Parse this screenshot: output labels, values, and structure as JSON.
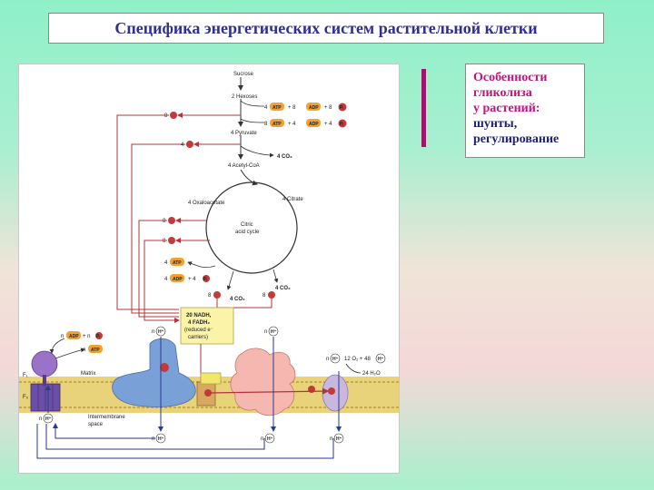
{
  "title": "Специфика энергетических систем растительной клетки",
  "note": {
    "line1": "Особенности",
    "line2": "гликолиза",
    "line3": "у растений:",
    "line4": "шунты,",
    "line5": "регулирование"
  },
  "diagram": {
    "sucrose": "Sucrose",
    "hexoses": "2 Hexoses",
    "pyruvate": "4 Pyruvate",
    "acetyl_coa": "4 Acetyl-CoA",
    "oxaloacetate": "4 Oxaloacetate",
    "citrate": "4 Citrate",
    "cycle_line1": "Citric",
    "cycle_line2": "acid cycle",
    "co2_4": "4 CO₂",
    "co2_4b": "4 CO₂",
    "co2_4c": "4 CO₂",
    "atp": "ATP",
    "adp": "ADP",
    "glyc_row1_pre": "4",
    "glyc_row1_mid": "+  8",
    "glyc_row1_end": "+  8",
    "glyc_row2_pre": "8",
    "glyc_row2_mid": "+  4",
    "glyc_row2_end": "+  4",
    "pi": "Pᵢ",
    "e8": "8",
    "e4": "4",
    "e8b": "8",
    "e8c": "8",
    "tca_atp_pre": "4",
    "tca_adp_pre": "4",
    "tca_adp_post": "+  4",
    "e8d": "8",
    "e8e": "8",
    "nadh_line1": "20 NADH,",
    "nadh_line2": "4 FADH₂",
    "nadh_line3": "(reduced e⁻",
    "nadh_line4": "carriers)",
    "n_adp": "n",
    "n_adp_plus": "+ n",
    "n_atp": "n",
    "n_h1": "n",
    "n_h2": "n",
    "n_h3": "n",
    "n_h4": "n",
    "n_h5": "n",
    "n_h6": "n",
    "n_h7": "n",
    "h_plus": "H⁺",
    "e_minus": "e⁻",
    "o2_eq": "12 O₂ + 48",
    "h2o": "24 H₂O",
    "matrix": "Matrix",
    "ims_line1": "Intermembrane",
    "ims_line2": "space",
    "f1": "F₁",
    "f0": "F₀"
  }
}
